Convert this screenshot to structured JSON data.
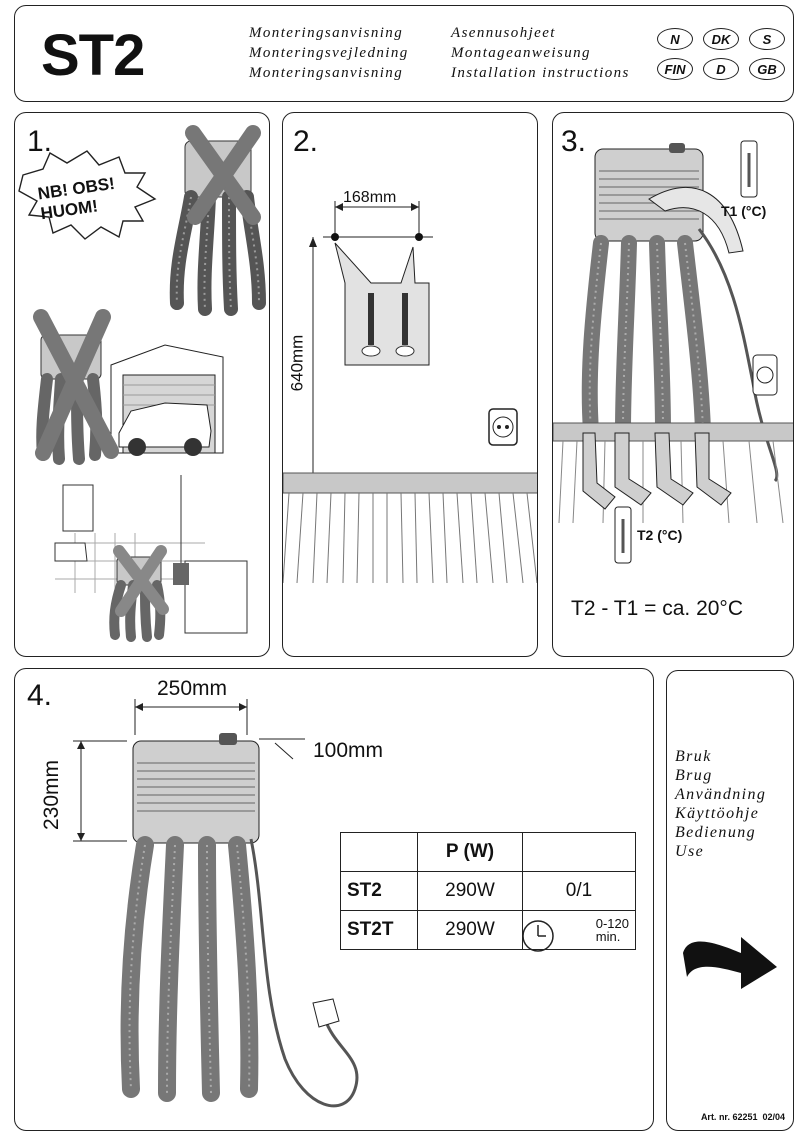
{
  "header": {
    "model": "ST2",
    "titles_left": [
      "Monteringsanvisning",
      "Monteringsvejledning",
      "Monteringsanvisning"
    ],
    "titles_right": [
      "Asennusohjeet",
      "Montageanweisung",
      "Installation instructions"
    ],
    "languages": [
      "N",
      "DK",
      "S",
      "FIN",
      "D",
      "GB"
    ]
  },
  "step1": {
    "number": "1.",
    "warning": [
      "NB! OBS!",
      "HUOM!"
    ]
  },
  "step2": {
    "number": "2.",
    "width_label": "168mm",
    "height_label": "640mm"
  },
  "step3": {
    "number": "3.",
    "t1_label": "T1 (°C)",
    "t2_label": "T2 (°C)",
    "formula": "T2 - T1 = ca. 20°C"
  },
  "step4": {
    "number": "4.",
    "width_label": "250mm",
    "depth_label": "100mm",
    "height_label": "230mm",
    "table": {
      "header": [
        "",
        "P (W)",
        ""
      ],
      "rows": [
        {
          "model": "ST2",
          "power": "290W",
          "switch": "0/1"
        },
        {
          "model": "ST2T",
          "power": "290W",
          "timer": "0-120",
          "timer_unit": "min."
        }
      ]
    }
  },
  "usage": {
    "words": [
      "Bruk",
      "Brug",
      "Användning",
      "Käyttöohje",
      "Bedienung",
      "Use"
    ],
    "art_nr": "Art. nr. 62251  02/04"
  }
}
